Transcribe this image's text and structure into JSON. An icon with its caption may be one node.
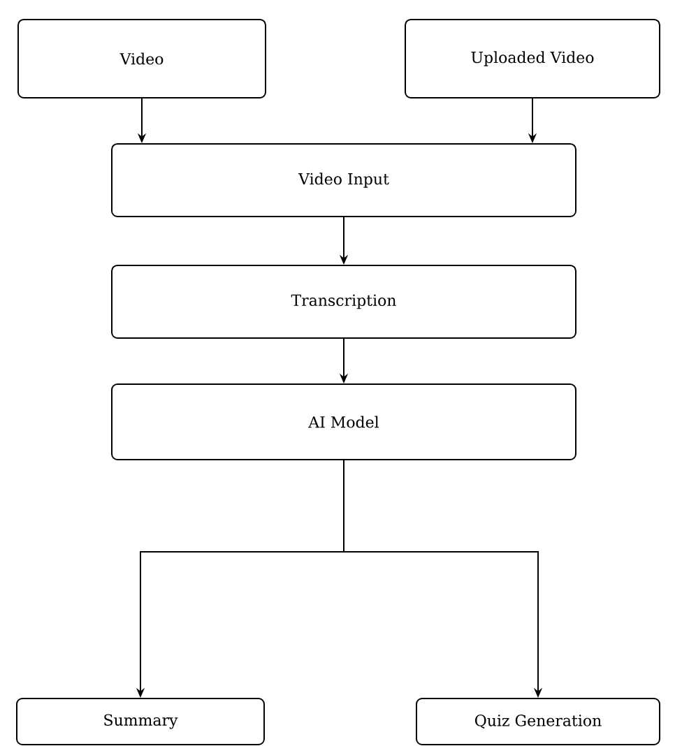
{
  "diagram": {
    "nodes": [
      {
        "text": [
          "Video"
        ]
      },
      {
        "text": [
          "Uploaded Video"
        ]
      },
      {
        "text": [
          "Video Input"
        ]
      },
      {
        "text": [
          "Transcription"
        ]
      },
      {
        "text": [
          "AI Model"
        ]
      },
      {
        "text": [
          "Summary"
        ]
      },
      {
        "text": [
          "Quiz Generation"
        ]
      }
    ],
    "edges": [
      {
        "from": 0,
        "to": 2,
        "arrow": "to"
      },
      {
        "from": 1,
        "to": 2,
        "arrow": "to"
      },
      {
        "from": 2,
        "to": 3,
        "arrow": "to"
      },
      {
        "from": 3,
        "to": 4,
        "arrow": "to"
      },
      {
        "from": 4,
        "to": 5,
        "arrow": "to"
      },
      {
        "from": 4,
        "to": 6,
        "arrow": "to"
      }
    ]
  }
}
